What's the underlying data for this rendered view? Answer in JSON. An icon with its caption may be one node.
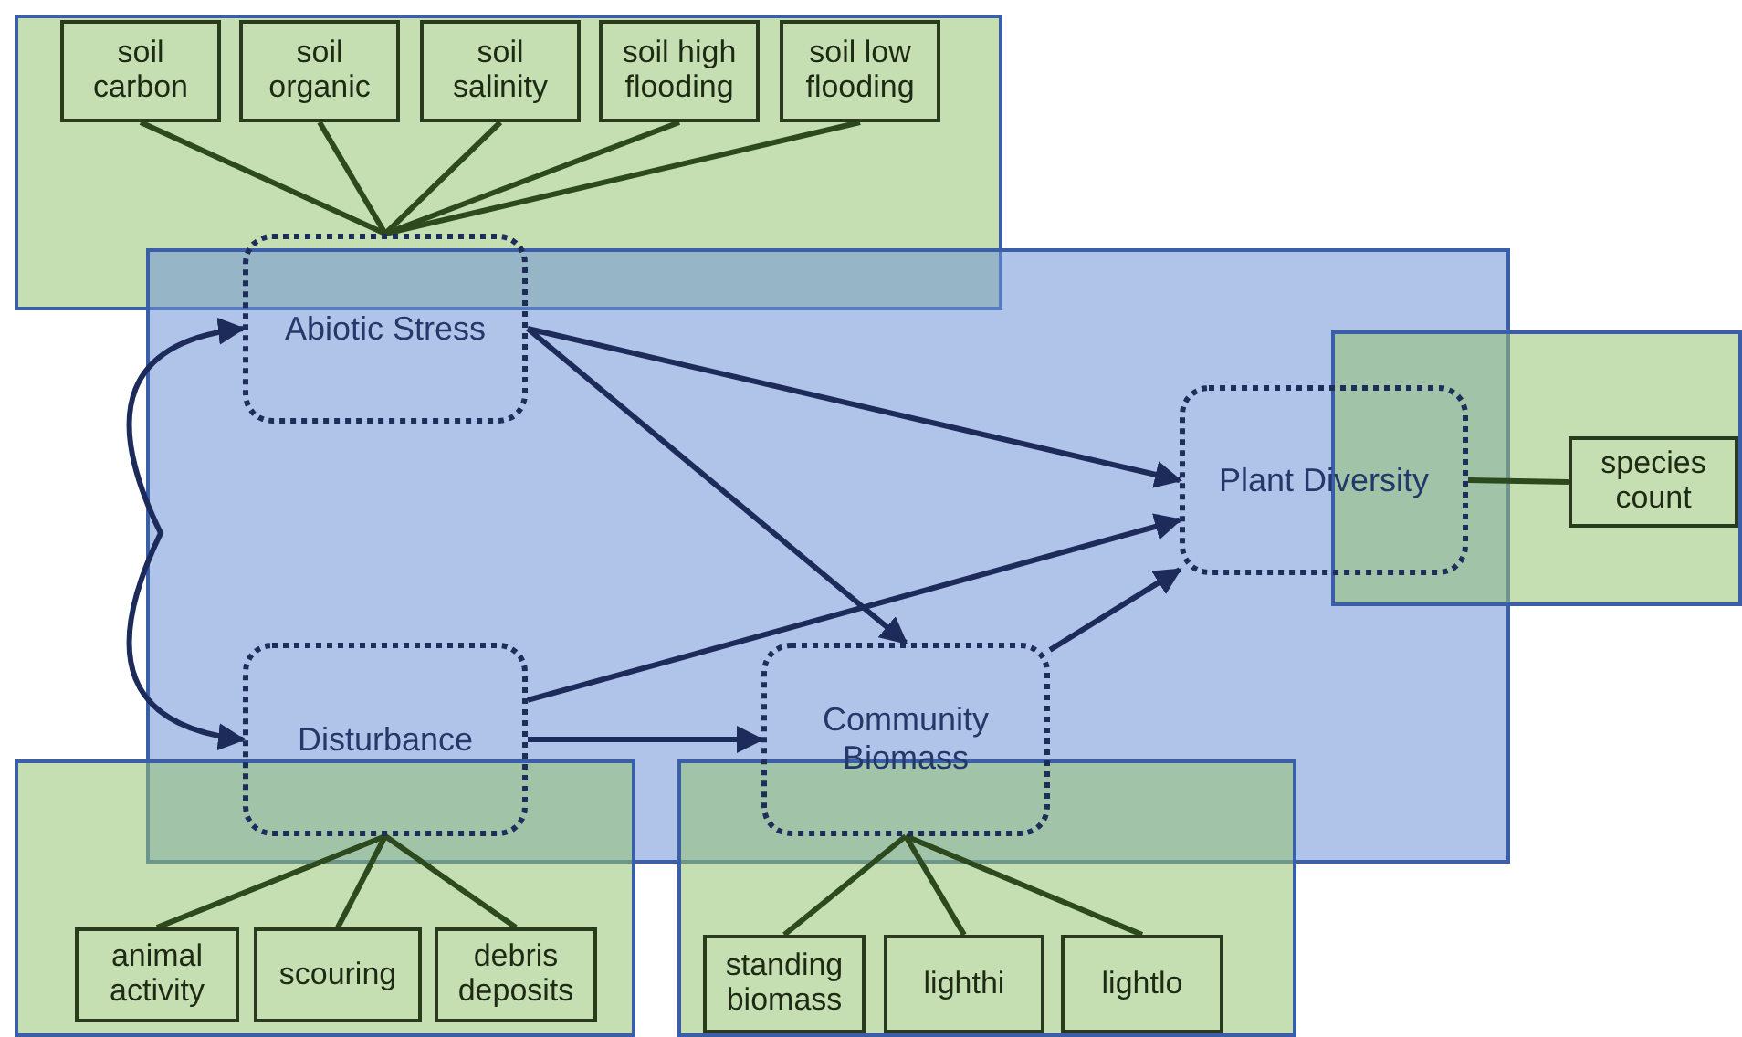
{
  "diagram": {
    "nodes": [
      {
        "text": [
          "soil carbon"
        ]
      },
      {
        "text": [
          "soil organic"
        ]
      },
      {
        "text": [
          "soil salinity"
        ]
      },
      {
        "text": [
          "soil high flooding"
        ]
      },
      {
        "text": [
          "soil low flooding"
        ]
      },
      {
        "text": [
          "Abiotic Stress"
        ]
      },
      {
        "text": [
          "Plant Diversity"
        ]
      },
      {
        "text": [
          "species count"
        ]
      },
      {
        "text": [
          "Disturbance"
        ]
      },
      {
        "text": [
          "Community Biomass"
        ]
      },
      {
        "text": [
          "animal activity"
        ]
      },
      {
        "text": [
          "scouring"
        ]
      },
      {
        "text": [
          "debris deposits"
        ]
      },
      {
        "text": [
          "standing biomass"
        ]
      },
      {
        "text": [
          "lighthi"
        ]
      },
      {
        "text": [
          "lightlo"
        ]
      }
    ],
    "edges": [
      {
        "from": 5,
        "to": 0,
        "arrow": "none"
      },
      {
        "from": 5,
        "to": 1,
        "arrow": "none"
      },
      {
        "from": 5,
        "to": 2,
        "arrow": "none"
      },
      {
        "from": 5,
        "to": 3,
        "arrow": "none"
      },
      {
        "from": 5,
        "to": 4,
        "arrow": "none"
      },
      {
        "from": 5,
        "to": 8,
        "arrow": "both",
        "color": "#1c2b5a"
      },
      {
        "from": 5,
        "to": 6,
        "arrow": "to",
        "color": "#1c2b5a"
      },
      {
        "from": 5,
        "to": 9,
        "arrow": "to",
        "color": "#1c2b5a"
      },
      {
        "from": 8,
        "to": 6,
        "arrow": "to",
        "color": "#1c2b5a"
      },
      {
        "from": 8,
        "to": 9,
        "arrow": "to",
        "color": "#1c2b5a"
      },
      {
        "from": 9,
        "to": 6,
        "arrow": "to",
        "color": "#1c2b5a"
      },
      {
        "from": 6,
        "to": 7,
        "arrow": "none"
      },
      {
        "from": 8,
        "to": 10,
        "arrow": "none"
      },
      {
        "from": 8,
        "to": 11,
        "arrow": "none"
      },
      {
        "from": 8,
        "to": 12,
        "arrow": "none"
      },
      {
        "from": 9,
        "to": 13,
        "arrow": "none"
      },
      {
        "from": 9,
        "to": 14,
        "arrow": "none"
      },
      {
        "from": 9,
        "to": 15,
        "arrow": "none"
      }
    ]
  }
}
